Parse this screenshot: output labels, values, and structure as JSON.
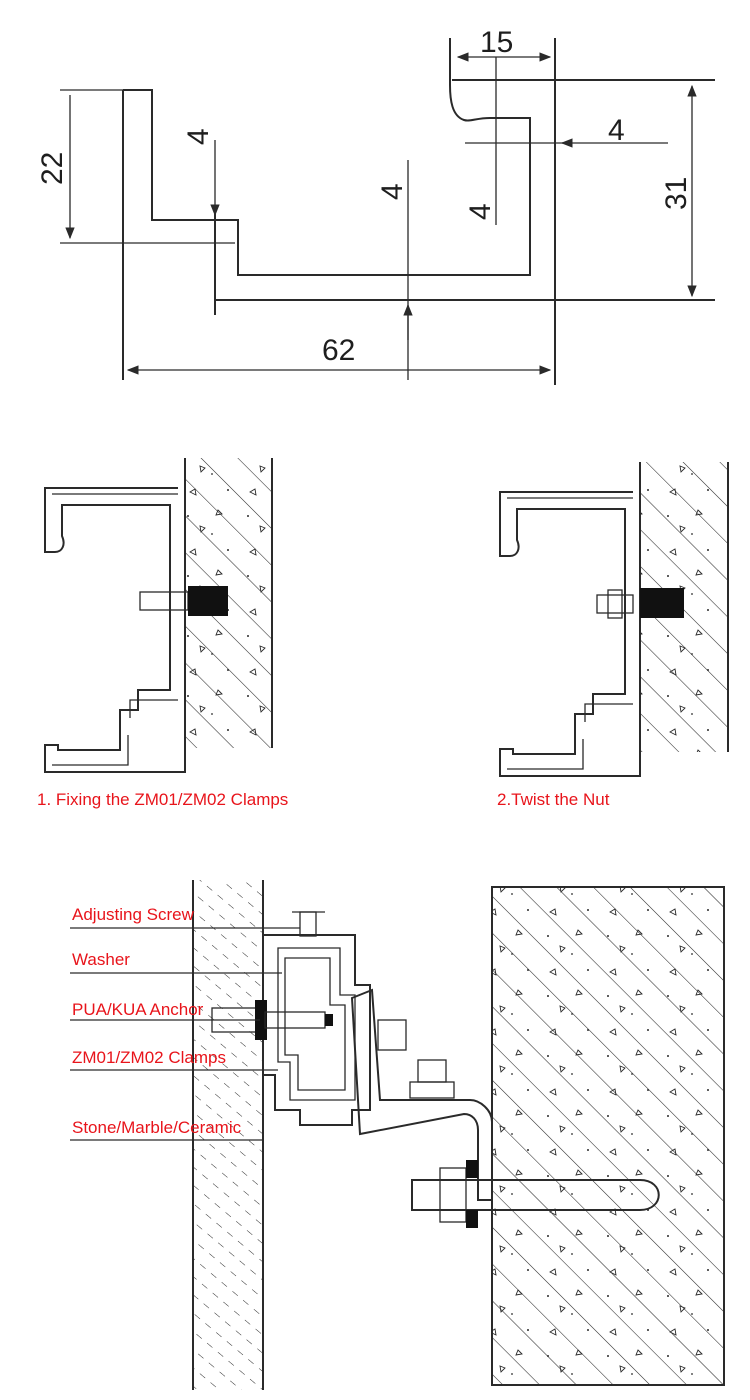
{
  "dimension_drawing": {
    "dims": [
      "15",
      "22",
      "4",
      "4",
      "4",
      "4",
      "31",
      "62"
    ]
  },
  "steps": {
    "step1_caption": "1. Fixing the ZM01/ZM02 Clamps",
    "step2_caption": "2.Twist the Nut"
  },
  "assembly": {
    "labels": [
      "Adjusting Screw",
      "Washer",
      "PUA/KUA Anchor",
      "ZM01/ZM02 Clamps",
      "Stone/Marble/Ceramic"
    ]
  },
  "colors": {
    "caption": "#e8141b",
    "line": "#2a2a2a"
  }
}
